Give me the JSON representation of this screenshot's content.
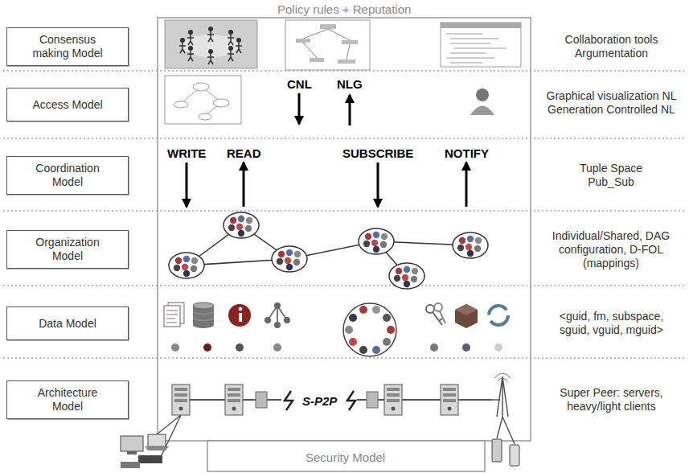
{
  "diagram": {
    "title": "Policy rules + Reputation",
    "nodes": [
      {
        "text": [
          "Consensus making Model"
        ]
      },
      {
        "text": [
          "Access Model"
        ]
      },
      {
        "text": [
          "Coordination Model"
        ]
      },
      {
        "text": [
          "Organization Model"
        ]
      },
      {
        "text": [
          "Data Model"
        ]
      },
      {
        "text": [
          "Architecture Model"
        ]
      }
    ],
    "labels": [
      "Collaboration tools Argumentation",
      "CNL",
      "NLG",
      "Graphical visualization NL Generation Controlled NL",
      "WRITE",
      "READ",
      "SUBSCRIBE",
      "NOTIFY",
      "Tuple Space Pub_Sub",
      "Individual/Shared, DAG configuration, D-FOL (mappings)",
      "<guid, fm, subspace, sguid, vguid, mguid>",
      "S-P2P",
      "Super Peer: servers, heavy/light clients",
      "Security Model"
    ]
  }
}
